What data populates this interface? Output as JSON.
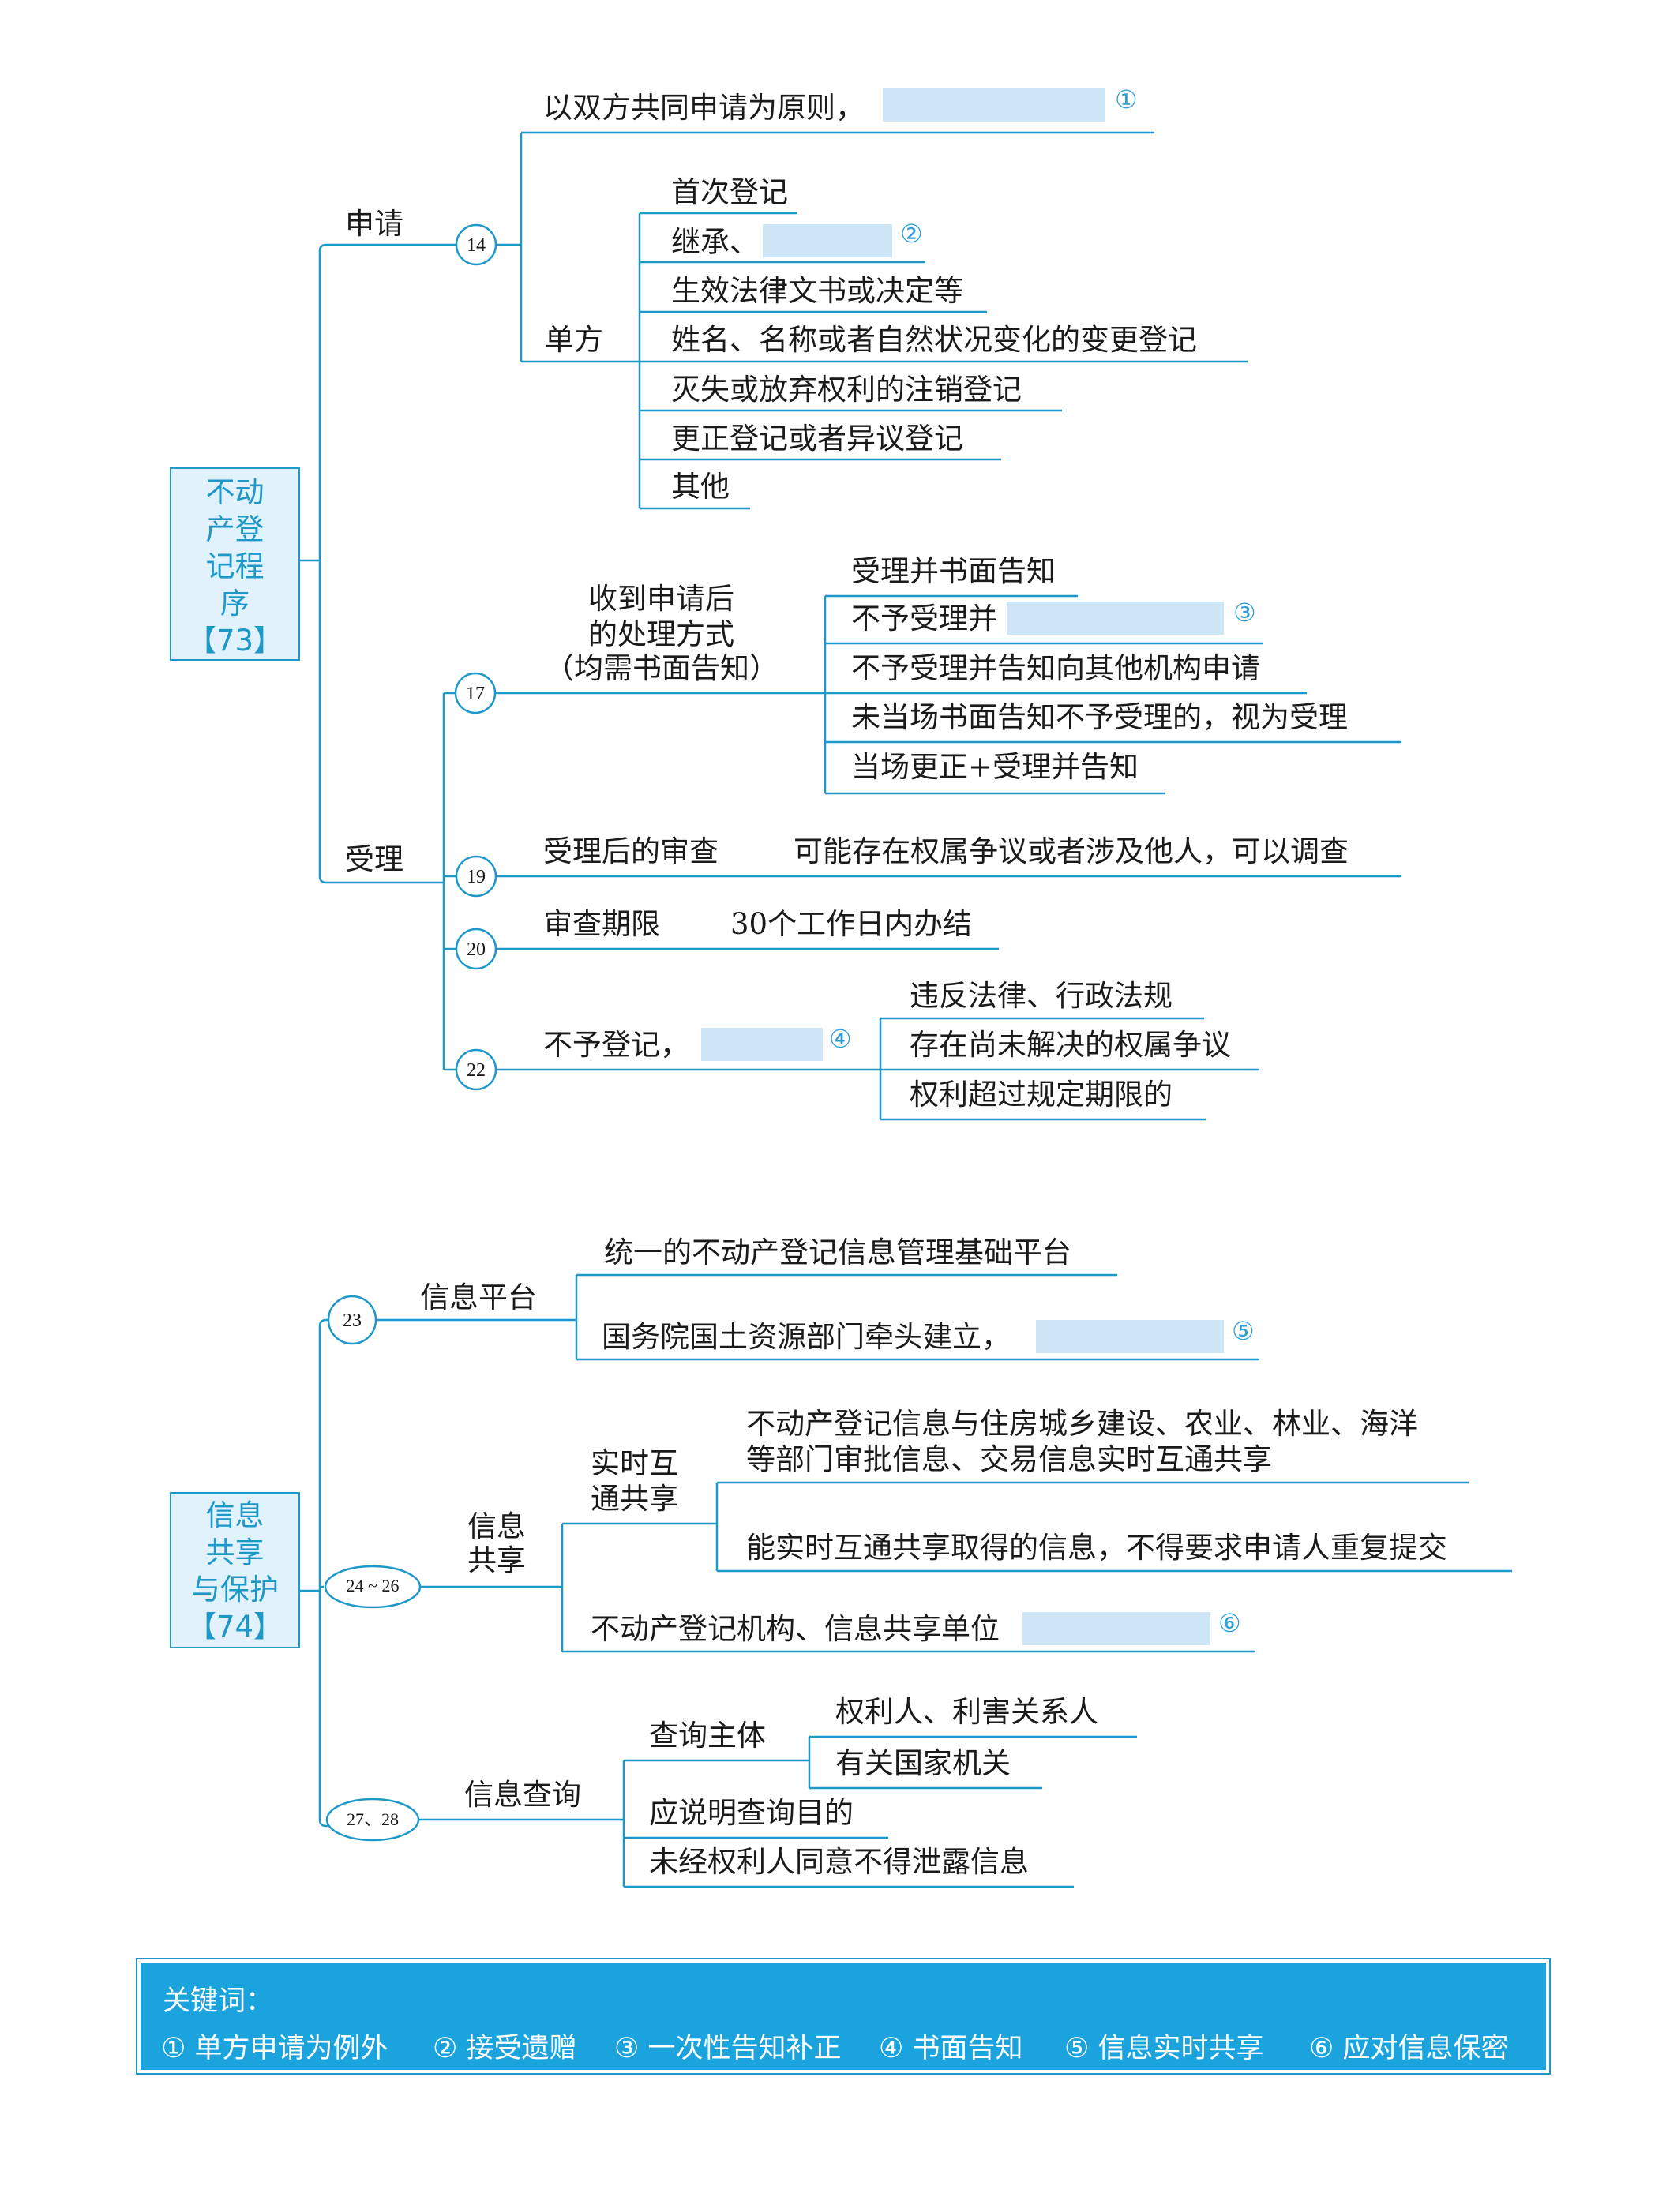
{
  "colors": {
    "line": "#1d98c9",
    "highlight": "#cfe6f7",
    "root_fill": "#e2f2fc",
    "key_bg": "#1aa3dd",
    "number": "#2e9fd6"
  },
  "section1": {
    "root": {
      "line1": "不动",
      "line2": "产登",
      "line3": "记程",
      "line4": "序",
      "line5": "【73】"
    },
    "apply": {
      "label": "申请",
      "circle": "14",
      "principle": "以双方共同申请为原则，",
      "blank1": "①",
      "unilateral": {
        "label": "单方",
        "items": [
          "首次登记",
          "继承、",
          "生效法律文书或决定等",
          "姓名、名称或者自然状况变化的变更登记",
          "灭失或放弃权利的注销登记",
          "更正登记或者异议登记",
          "其他"
        ],
        "blank2": "②"
      }
    },
    "accept": {
      "label": "受理",
      "c17": "17",
      "handling_line1": "收到申请后",
      "handling_line2": "的处理方式",
      "handling_line3": "（均需书面告知）",
      "handling_items": [
        "受理并书面告知",
        "不予受理并",
        "不予受理并告知向其他机构申请",
        "未当场书面告知不予受理的，视为受理",
        "当场更正+受理并告知"
      ],
      "blank3": "③",
      "c19": "19",
      "review": "受理后的审查",
      "review_note": "可能存在权属争议或者涉及他人，可以调查",
      "c20": "20",
      "period": "审查期限",
      "period_note": "30个工作日内办结",
      "c22": "22",
      "refuse": "不予登记，",
      "blank4": "④",
      "refuse_items": [
        "违反法律、行政法规",
        "存在尚未解决的权属争议",
        "权利超过规定期限的"
      ]
    }
  },
  "section2": {
    "root": {
      "line1": "信息",
      "line2": "共享",
      "line3": "与保护",
      "line4": "【74】"
    },
    "platform": {
      "circle": "23",
      "label": "信息平台",
      "item1": "统一的不动产登记信息管理基础平台",
      "item2": "国务院国土资源部门牵头建立，",
      "blank5": "⑤"
    },
    "sharing": {
      "circle": "24 ~ 26",
      "label_line1": "信息",
      "label_line2": "共享",
      "realtime_line1": "实时互",
      "realtime_line2": "通共享",
      "rt_item1_line1": "不动产登记信息与住房城乡建设、农业、林业、海洋",
      "rt_item1_line2": "等部门审批信息、交易信息实时互通共享",
      "rt_item2": "能实时互通共享取得的信息，不得要求申请人重复提交",
      "agencies": "不动产登记机构、信息共享单位",
      "blank6": "⑥"
    },
    "query": {
      "circle": "27、28",
      "label": "信息查询",
      "subject": "查询主体",
      "subject_items": [
        "权利人、利害关系人",
        "有关国家机关"
      ],
      "purpose": "应说明查询目的",
      "consent": "未经权利人同意不得泄露信息"
    }
  },
  "keywords": {
    "title": "关键词：",
    "items": [
      "① 单方申请为例外",
      "② 接受遗赠",
      "③ 一次性告知补正",
      "④ 书面告知",
      "⑤ 信息实时共享",
      "⑥ 应对信息保密"
    ]
  }
}
